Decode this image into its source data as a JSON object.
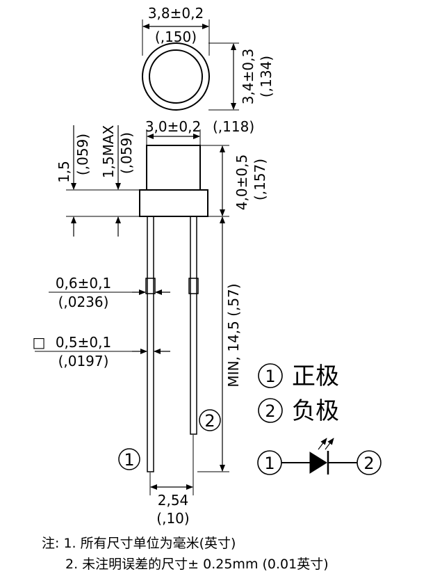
{
  "top_view": {
    "width_dim": "3,8±0,2",
    "width_dim_in": "(,150)",
    "height_dim": "3,4±0,3",
    "height_dim_in": "(,134)"
  },
  "side_view": {
    "body_width": "3,0±0,2",
    "body_width_in": "(,118)",
    "body_height": "4,0±0,5",
    "body_height_in": "(,157)",
    "flange_left": "1,5",
    "flange_left_in": "(,059)",
    "flange_max": "1,5MAX",
    "flange_max_in": "(,059)",
    "lead_bulge": "0,6±0,1",
    "lead_bulge_in": "(,0236)",
    "lead_square_symbol": "□",
    "lead_square": "0,5±0,1",
    "lead_square_in": "(,0197)",
    "lead_length": "MIN, 14,5 (,57)",
    "lead_pitch": "2,54",
    "lead_pitch_in": "(,10)",
    "lead1_marker": "1",
    "lead2_marker": "2"
  },
  "legend": {
    "item1_num": "1",
    "item1_label": "正极",
    "item2_num": "2",
    "item2_label": "负极",
    "symbol_left_num": "1",
    "symbol_right_num": "2"
  },
  "notes": {
    "line1": "注: 1. 所有尺寸单位为毫米(英寸)",
    "line2": "2. 未注明误差的尺寸± 0.25mm (0.01英寸)"
  }
}
